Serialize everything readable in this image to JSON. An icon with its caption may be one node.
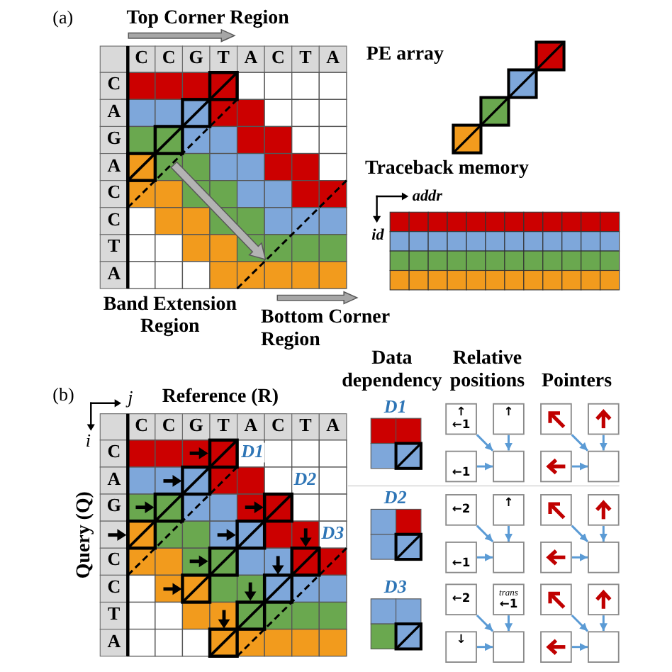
{
  "diagram": {
    "nodes": [
      {
        "text": [
          "↑",
          "←1"
        ]
      },
      {
        "text": [
          "↑"
        ]
      },
      {
        "text": [
          "←1"
        ]
      },
      {
        "text": [],
        "shape": "box"
      },
      {
        "text": [],
        "shape": "box"
      },
      {
        "text": [],
        "shape": "box"
      },
      {
        "text": [],
        "shape": "box"
      },
      {
        "text": [],
        "shape": "box"
      },
      {
        "text": [
          "←2"
        ]
      },
      {
        "text": [
          "↑"
        ]
      },
      {
        "text": [
          "←1"
        ]
      },
      {
        "text": [],
        "shape": "box"
      },
      {
        "text": [],
        "shape": "box"
      },
      {
        "text": [],
        "shape": "box"
      },
      {
        "text": [],
        "shape": "box"
      },
      {
        "text": [],
        "shape": "box"
      },
      {
        "text": [
          "←2"
        ]
      },
      {
        "text": [
          "trans",
          "←1"
        ]
      },
      {
        "text": [
          "↓"
        ]
      },
      {
        "text": [],
        "shape": "box"
      },
      {
        "text": [],
        "shape": "box"
      },
      {
        "text": [],
        "shape": "box"
      },
      {
        "text": [],
        "shape": "box"
      },
      {
        "text": [],
        "shape": "box"
      }
    ],
    "edges": [
      {
        "from": 0,
        "to": 3,
        "arrow": "to"
      },
      {
        "from": 1,
        "to": 3,
        "arrow": "to"
      },
      {
        "from": 2,
        "to": 3,
        "arrow": "to"
      },
      {
        "from": 4,
        "to": 7,
        "arrow": "to"
      },
      {
        "from": 5,
        "to": 7,
        "arrow": "to"
      },
      {
        "from": 6,
        "to": 7,
        "arrow": "to"
      },
      {
        "from": 8,
        "to": 11,
        "arrow": "to"
      },
      {
        "from": 9,
        "to": 11,
        "arrow": "to"
      },
      {
        "from": 10,
        "to": 11,
        "arrow": "to"
      },
      {
        "from": 12,
        "to": 15,
        "arrow": "to"
      },
      {
        "from": 13,
        "to": 15,
        "arrow": "to"
      },
      {
        "from": 14,
        "to": 15,
        "arrow": "to"
      },
      {
        "from": 16,
        "to": 19,
        "arrow": "to"
      },
      {
        "from": 17,
        "to": 19,
        "arrow": "to"
      },
      {
        "from": 18,
        "to": 19,
        "arrow": "to"
      },
      {
        "from": 20,
        "to": 23,
        "arrow": "to"
      },
      {
        "from": 21,
        "to": 23,
        "arrow": "to"
      },
      {
        "from": 22,
        "to": 23,
        "arrow": "to"
      }
    ],
    "labels": [
      "(a)",
      "Top Corner Region",
      "C",
      "C",
      "G",
      "T",
      "A",
      "C",
      "T",
      "A",
      "PE array",
      "C",
      "A",
      "G",
      "A",
      "C",
      "C",
      "T",
      "A",
      "Traceback memory",
      "addr",
      "id",
      "Band Extension Region",
      "Bottom Corner Region",
      "(b)",
      "j",
      "Reference (R)",
      "Data dependency",
      "Relative positions",
      "Pointers",
      "i",
      "C",
      "C",
      "G",
      "T",
      "A",
      "C",
      "T",
      "A",
      "Query (Q)",
      "C",
      "A",
      "G",
      "C",
      "C",
      "T",
      "A",
      "D1",
      "D1",
      "D2",
      "D2",
      "D3",
      "D3"
    ]
  }
}
